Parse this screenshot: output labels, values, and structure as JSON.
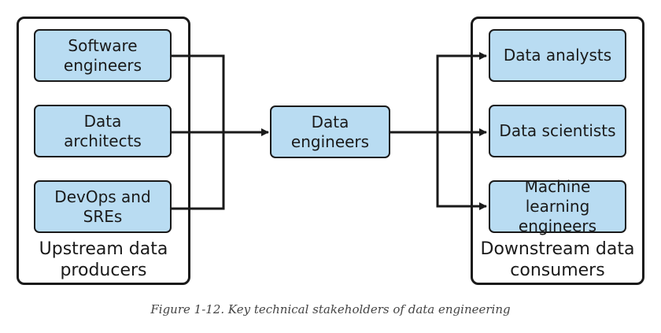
{
  "upstream": {
    "label": "Upstream data\nproducers",
    "nodes": [
      "Software\nengineers",
      "Data\narchitects",
      "DevOps and\nSREs"
    ]
  },
  "center": {
    "label": "Data\nengineers"
  },
  "downstream": {
    "label": "Downstream data\nconsumers",
    "nodes": [
      "Data analysts",
      "Data scientists",
      "Machine learning\nengineers"
    ]
  },
  "caption": "Figure 1-12. Key technical stakeholders of data engineering",
  "colors": {
    "node_fill": "#b9dcf2",
    "stroke": "#1a1a1a"
  }
}
